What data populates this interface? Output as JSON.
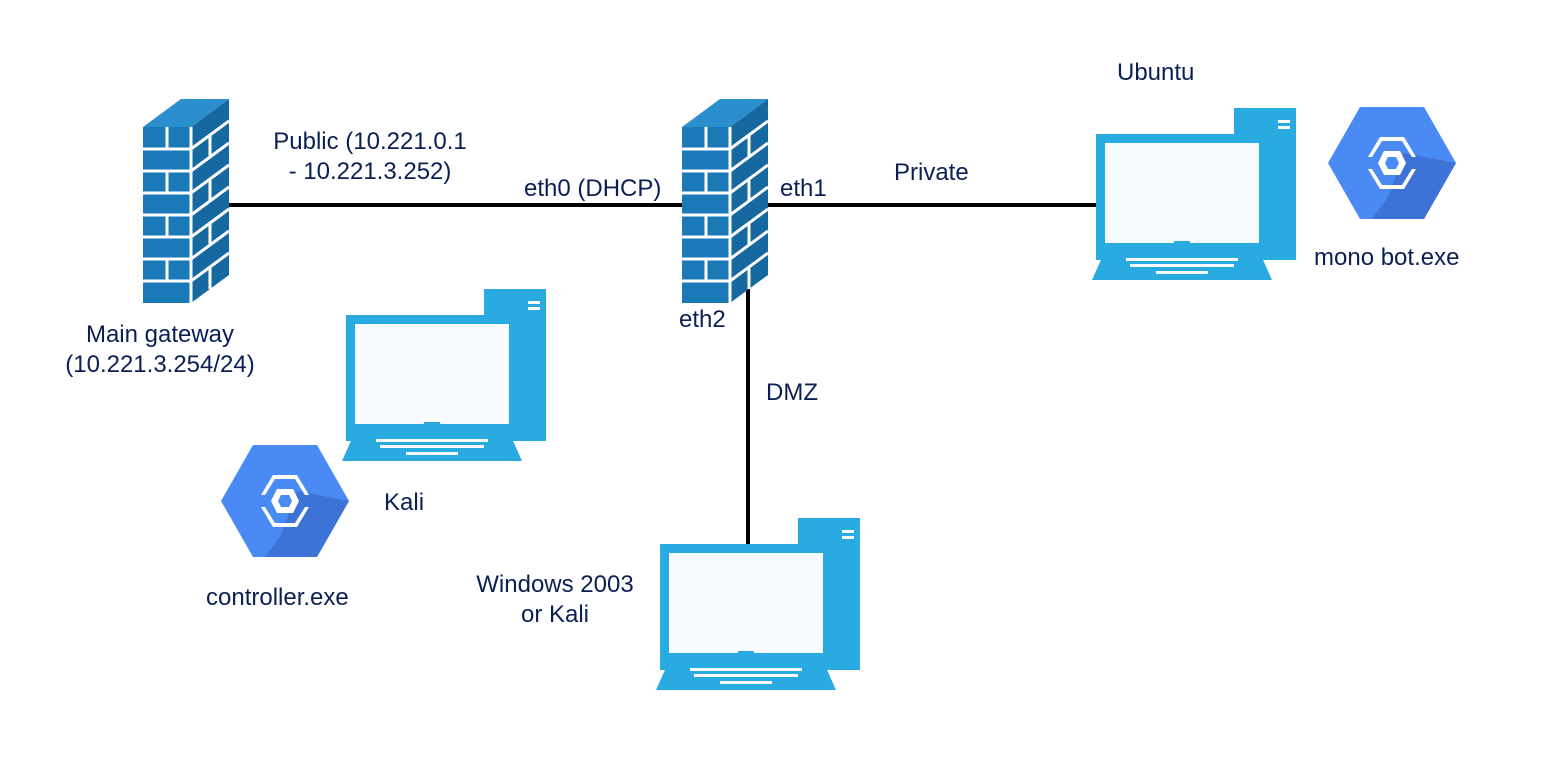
{
  "colors": {
    "firewall_front": "#1a7ab8",
    "firewall_side": "#1668a0",
    "firewall_top": "#2a8fcc",
    "firewall_lines": "#ffffff",
    "computer": "#29abe2",
    "screen": "#f7fbff",
    "hex_light": "#4a8af4",
    "hex_dark": "#3d73d6",
    "link": "#000000",
    "text": "#0b1f55"
  },
  "icons": {
    "firewall": "brick-firewall-icon",
    "computer": "desktop-computer-icon",
    "app": "hexagon-chrome-app-icon"
  },
  "labels": {
    "public_line1": "Public (10.221.0.1",
    "public_line2": "- 10.221.3.252)",
    "eth0": "eth0 (DHCP)",
    "eth1": "eth1",
    "eth2": "eth2",
    "private": "Private",
    "dmz": "DMZ",
    "gateway_line1": "Main gateway",
    "gateway_line2": "(10.221.3.254/24)",
    "ubuntu": "Ubuntu",
    "mono_bot": "mono bot.exe",
    "kali": "Kali",
    "controller": "controller.exe",
    "windows_line1": "Windows 2003",
    "windows_line2": "or Kali"
  }
}
